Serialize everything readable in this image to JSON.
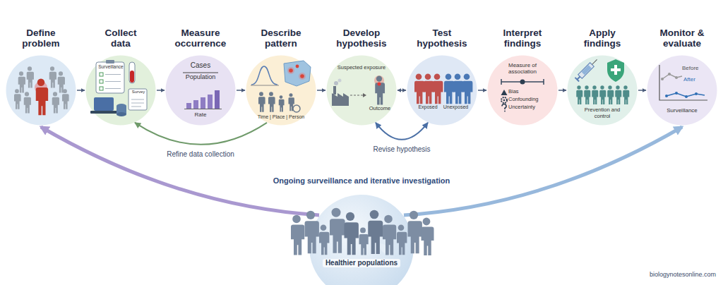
{
  "diagram": {
    "nodes": [
      {
        "text": [
          "Define problem"
        ]
      },
      {
        "text": [
          "Collect data",
          "Surveillance",
          "Survey"
        ]
      },
      {
        "text": [
          "Measure occurrence",
          "Cases",
          "Population",
          "Rate"
        ]
      },
      {
        "text": [
          "Describe pattern",
          "Time | Place | Person"
        ]
      },
      {
        "text": [
          "Develop hypothesis",
          "Suspected exposure",
          "Outcome"
        ]
      },
      {
        "text": [
          "Test hypothesis",
          "Exposed",
          "Unexposed"
        ]
      },
      {
        "text": [
          "Interpret findings",
          "Measure of association",
          "Bias",
          "Confounding",
          "Uncertainty"
        ]
      },
      {
        "text": [
          "Apply findings",
          "Prevention and control"
        ]
      },
      {
        "text": [
          "Monitor & evaluate",
          "Before",
          "After",
          "Surveillance"
        ]
      },
      {
        "text": [
          "Healthier populations"
        ]
      }
    ],
    "edges": [
      {
        "from": 0,
        "to": 1,
        "arrow": "to"
      },
      {
        "from": 1,
        "to": 2,
        "arrow": "to"
      },
      {
        "from": 2,
        "to": 3,
        "arrow": "to"
      },
      {
        "from": 3,
        "to": 4,
        "arrow": "to"
      },
      {
        "from": 4,
        "to": 5,
        "arrow": "both"
      },
      {
        "from": 5,
        "to": 6,
        "arrow": "to"
      },
      {
        "from": 6,
        "to": 7,
        "arrow": "to"
      },
      {
        "from": 7,
        "to": 8,
        "arrow": "to"
      },
      {
        "from": 3,
        "to": 1,
        "label": "Refine data collection",
        "arrow": "to"
      },
      {
        "from": 5,
        "to": 4,
        "label": "Revise hypothesis",
        "arrow": "both"
      },
      {
        "from": 9,
        "to": 0,
        "arrow": "to"
      },
      {
        "from": 9,
        "to": 8,
        "arrow": "to"
      }
    ],
    "labels": [
      "Ongoing surveillance and iterative investigation",
      "biologynotesonline.com"
    ]
  }
}
